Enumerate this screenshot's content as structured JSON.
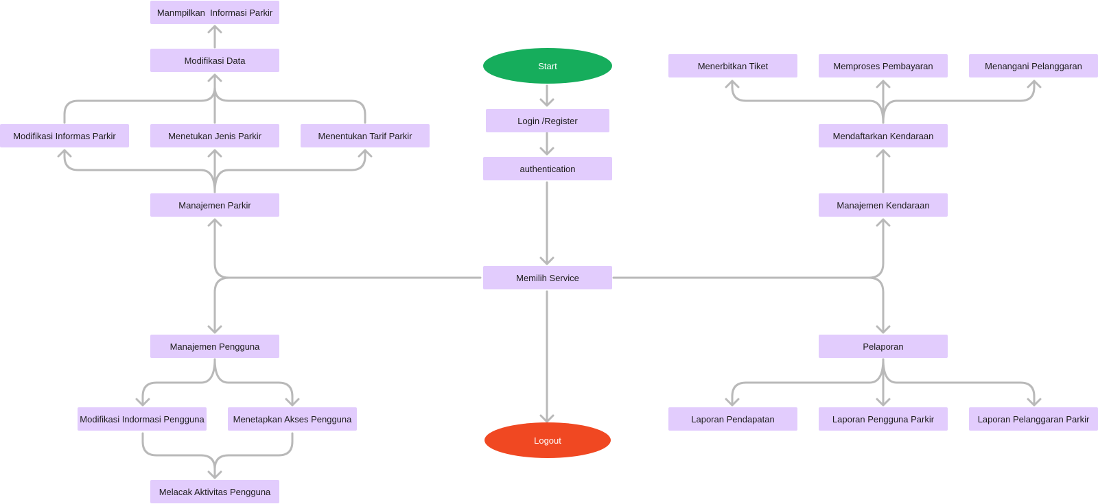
{
  "terminals": {
    "start": {
      "label": "Start",
      "color": "#16ad5c"
    },
    "logout": {
      "label": "Logout",
      "color": "#f04822"
    }
  },
  "nodes": {
    "login": "Login /Register",
    "auth": "authentication",
    "memilih": "Memilih Service",
    "manajemen_parkir": "Manajemen Parkir",
    "modifikasi_informas": "Modifikasi Informas Parkir",
    "menetukan_jenis": "Menetukan Jenis Parkir",
    "menentukan_tarif": "Menentukan Tarif Parkir",
    "modifikasi_data": "Modifikasi Data",
    "manmpilkan": "Manmpilkan  Informasi Parkir",
    "manajemen_pengguna": "Manajemen Pengguna",
    "modifikasi_indormasi": "Modifikasi Indormasi Pengguna",
    "menetapkan_akses": "Menetapkan Akses Pengguna",
    "melacak": "Melacak Aktivitas Pengguna",
    "manajemen_kendaraan": "Manajemen Kendaraan",
    "mendaftarkan": "Mendaftarkan Kendaraan",
    "menerbitkan": "Menerbitkan Tiket",
    "memproses": "Memproses Pembayaran",
    "menangani": "Menangani Pelanggaran",
    "pelaporan": "Pelaporan",
    "laporan_pendapatan": "Laporan Pendapatan",
    "laporan_pengguna": "Laporan Pengguna Parkir",
    "laporan_pelanggaran": "Laporan Pelanggaran Parkir"
  },
  "style": {
    "box_fill": "#e2ccfd",
    "connector": "#b9b9b9"
  }
}
